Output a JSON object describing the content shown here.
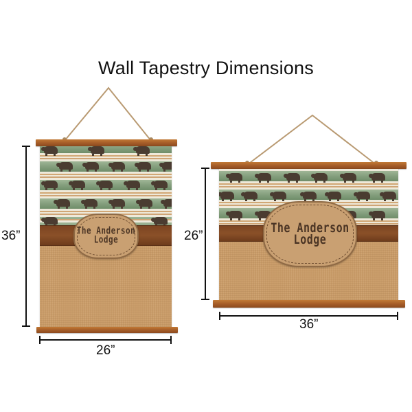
{
  "title": "Wall Tapestry Dimensions",
  "products": [
    {
      "orientation": "portrait",
      "height_label": "36”",
      "width_label": "26”",
      "label_line1": "The Anderson",
      "label_line2": "Lodge"
    },
    {
      "orientation": "landscape",
      "height_label": "26”",
      "width_label": "36”",
      "label_line1": "The Anderson",
      "label_line2": "Lodge"
    }
  ],
  "colors": {
    "wood": "#a9602a",
    "forest_green": "#86a07f",
    "bear": "#4a3c31",
    "brown_band": "#8a5028",
    "burlap": "#c89b68",
    "badge": "#c9a072",
    "badge_text": "#4a3424"
  }
}
